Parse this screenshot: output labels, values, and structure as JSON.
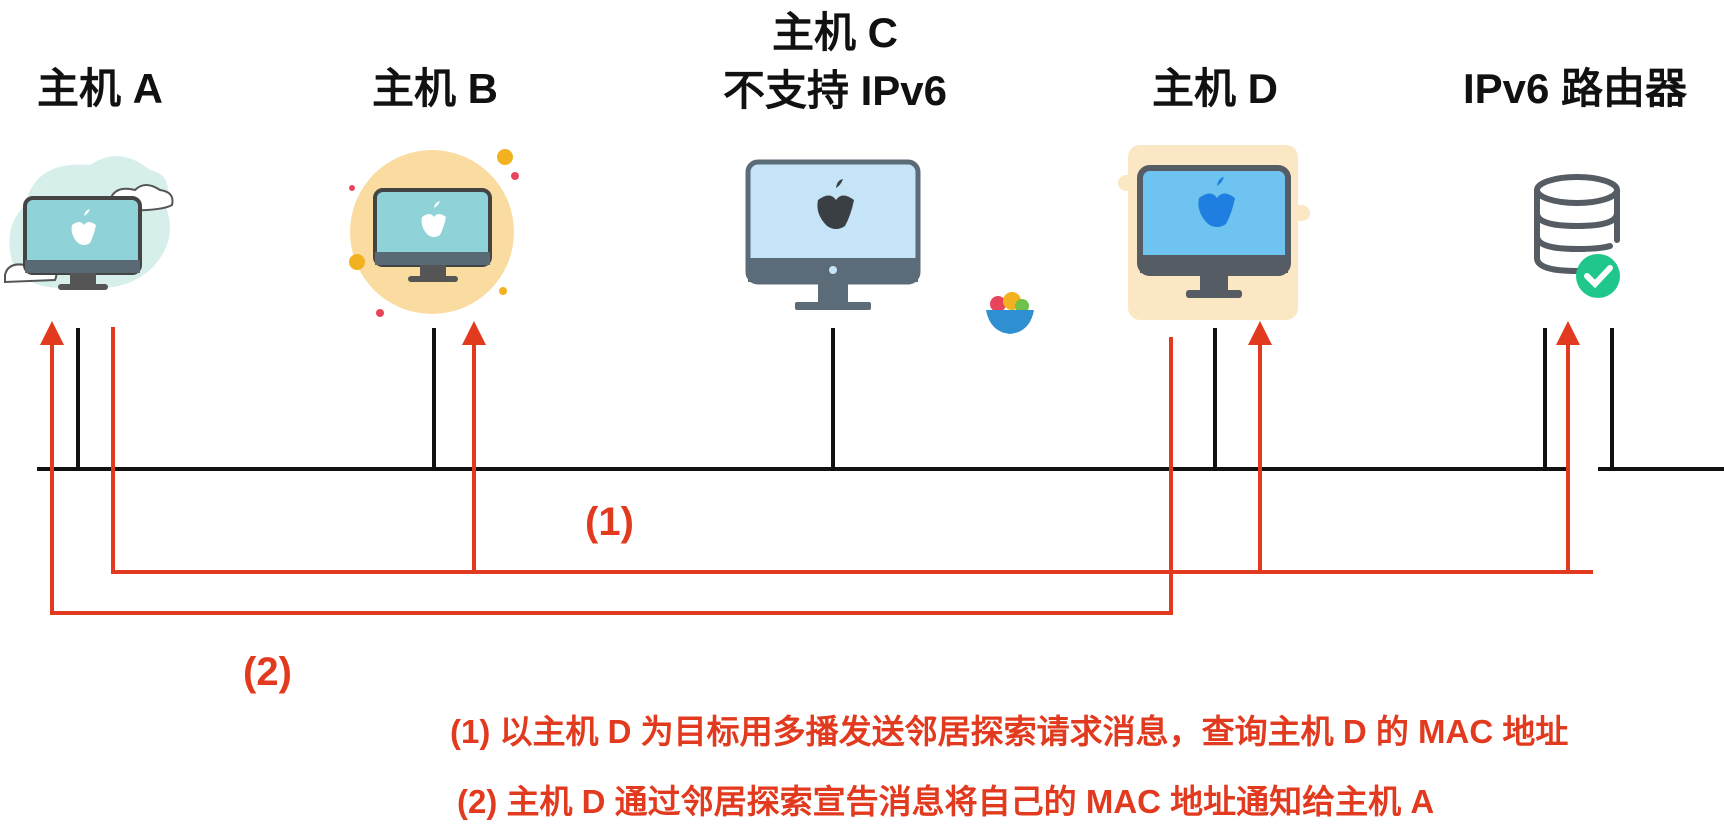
{
  "hosts": [
    {
      "id": "a",
      "title": "主机 A"
    },
    {
      "id": "b",
      "title": "主机 B"
    },
    {
      "id": "c",
      "title": "主机 C",
      "subtitle": "不支持 IPv6"
    },
    {
      "id": "d",
      "title": "主机 D"
    },
    {
      "id": "router",
      "title": "IPv6 路由器"
    }
  ],
  "flow_labels": {
    "step1": "(1)",
    "step2": "(2)"
  },
  "notes": [
    "(1) 以主机 D 为目标用多播发送邻居探索请求消息，查询主机 D 的 MAC 地址",
    "(2) 主机 D 通过邻居探索宣告消息将自己的 MAC 地址通知给主机 A"
  ],
  "icons": {
    "host_a": "apple-monitor-cloud-icon",
    "host_b": "apple-monitor-sun-icon",
    "host_c": "apple-imac-icon",
    "host_d": "apple-monitor-blue-icon",
    "router": "database-check-icon",
    "watermark": "fruit-bowl-icon"
  },
  "colors": {
    "message_line": "#e23a1f",
    "bus_line": "#111111",
    "check_badge": "#1fc88a"
  }
}
